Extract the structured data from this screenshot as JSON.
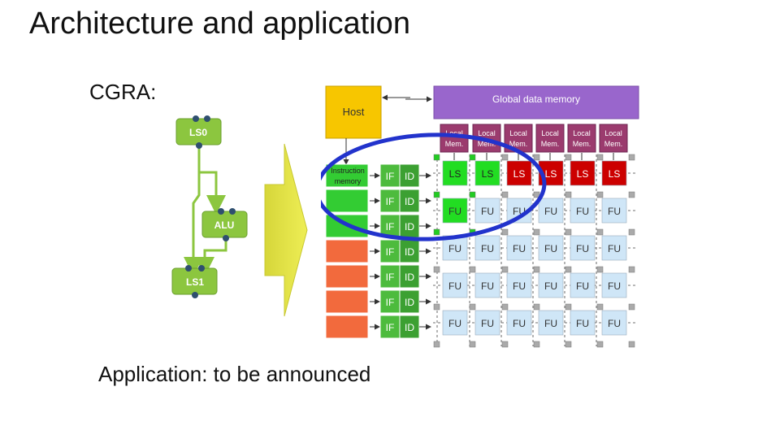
{
  "slide": {
    "title": "Architecture and application",
    "cgra_label": "CGRA:",
    "application_text": "Application: to be announced"
  },
  "dataflow": {
    "nodes": [
      "LS0",
      "ALU",
      "LS1"
    ]
  },
  "architecture": {
    "host_label": "Host",
    "global_memory_label": "Global data memory",
    "instruction_memory_label": "Instruction memory",
    "local_mem_label": [
      "Local",
      "Mem."
    ],
    "stage_labels": [
      "IF",
      "ID"
    ],
    "row0_units": [
      "LS",
      "LS",
      "LS",
      "LS",
      "LS",
      "LS"
    ],
    "fu_label": "FU"
  },
  "colors": {
    "host": "#f7c600",
    "global_memory": "#9966cc",
    "local_mem": "#9b3b6e",
    "ls_active": "#22dd22",
    "ls_inactive": "#cc0000",
    "fu": "#cfe6f7",
    "if_id": "#4dbb3d",
    "instr_active": "#33cc33",
    "instr_inactive": "#f26a3d",
    "highlight_ellipse": "#2233cc",
    "dataflow_node": "#8cc63f"
  }
}
